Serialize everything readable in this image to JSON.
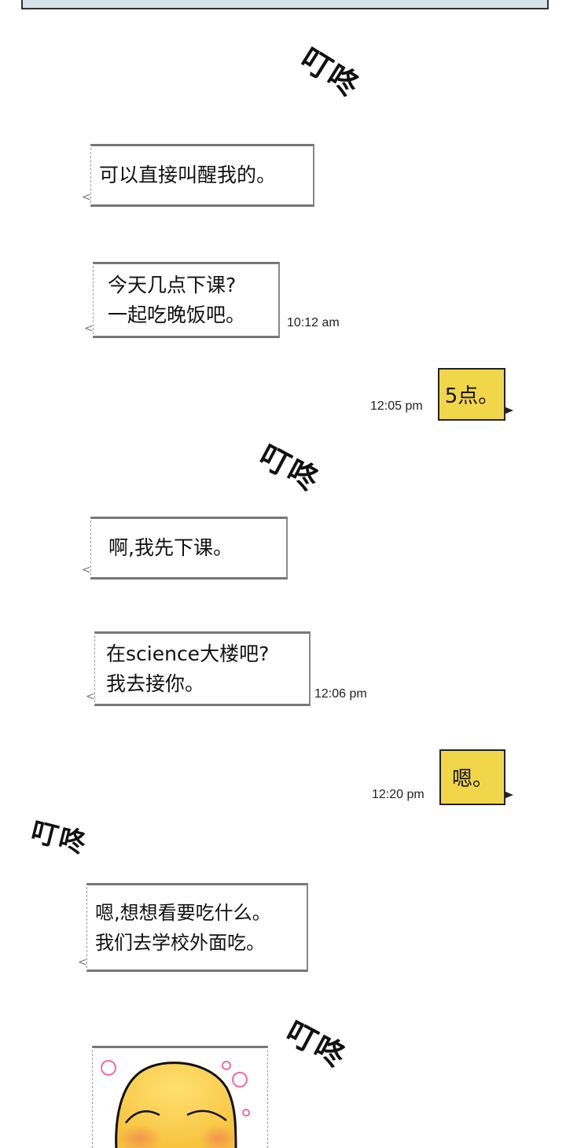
{
  "sfx": "叮咚",
  "messages": [
    {
      "side": "left",
      "lines": [
        "可以直接叫醒我的。"
      ]
    },
    {
      "side": "left",
      "lines": [
        "今天几点下课?",
        "一起吃晚饭吧。"
      ],
      "time": "10:12 am"
    },
    {
      "side": "right",
      "lines": [
        "5点。"
      ],
      "time": "12:05 pm"
    },
    {
      "side": "left",
      "lines": [
        "啊,我先下课。"
      ]
    },
    {
      "side": "left",
      "lines": [
        "在science大楼吧?",
        "我去接你。"
      ],
      "time": "12:06 pm"
    },
    {
      "side": "right",
      "lines": [
        "嗯。"
      ],
      "time": "12:20 pm"
    },
    {
      "side": "left",
      "lines": [
        "嗯,想想看要吃什么。",
        "我们去学校外面吃。"
      ]
    }
  ],
  "colors": {
    "yellow_bubble": "#f2d64a",
    "top_panel": "#d6e3ea"
  }
}
